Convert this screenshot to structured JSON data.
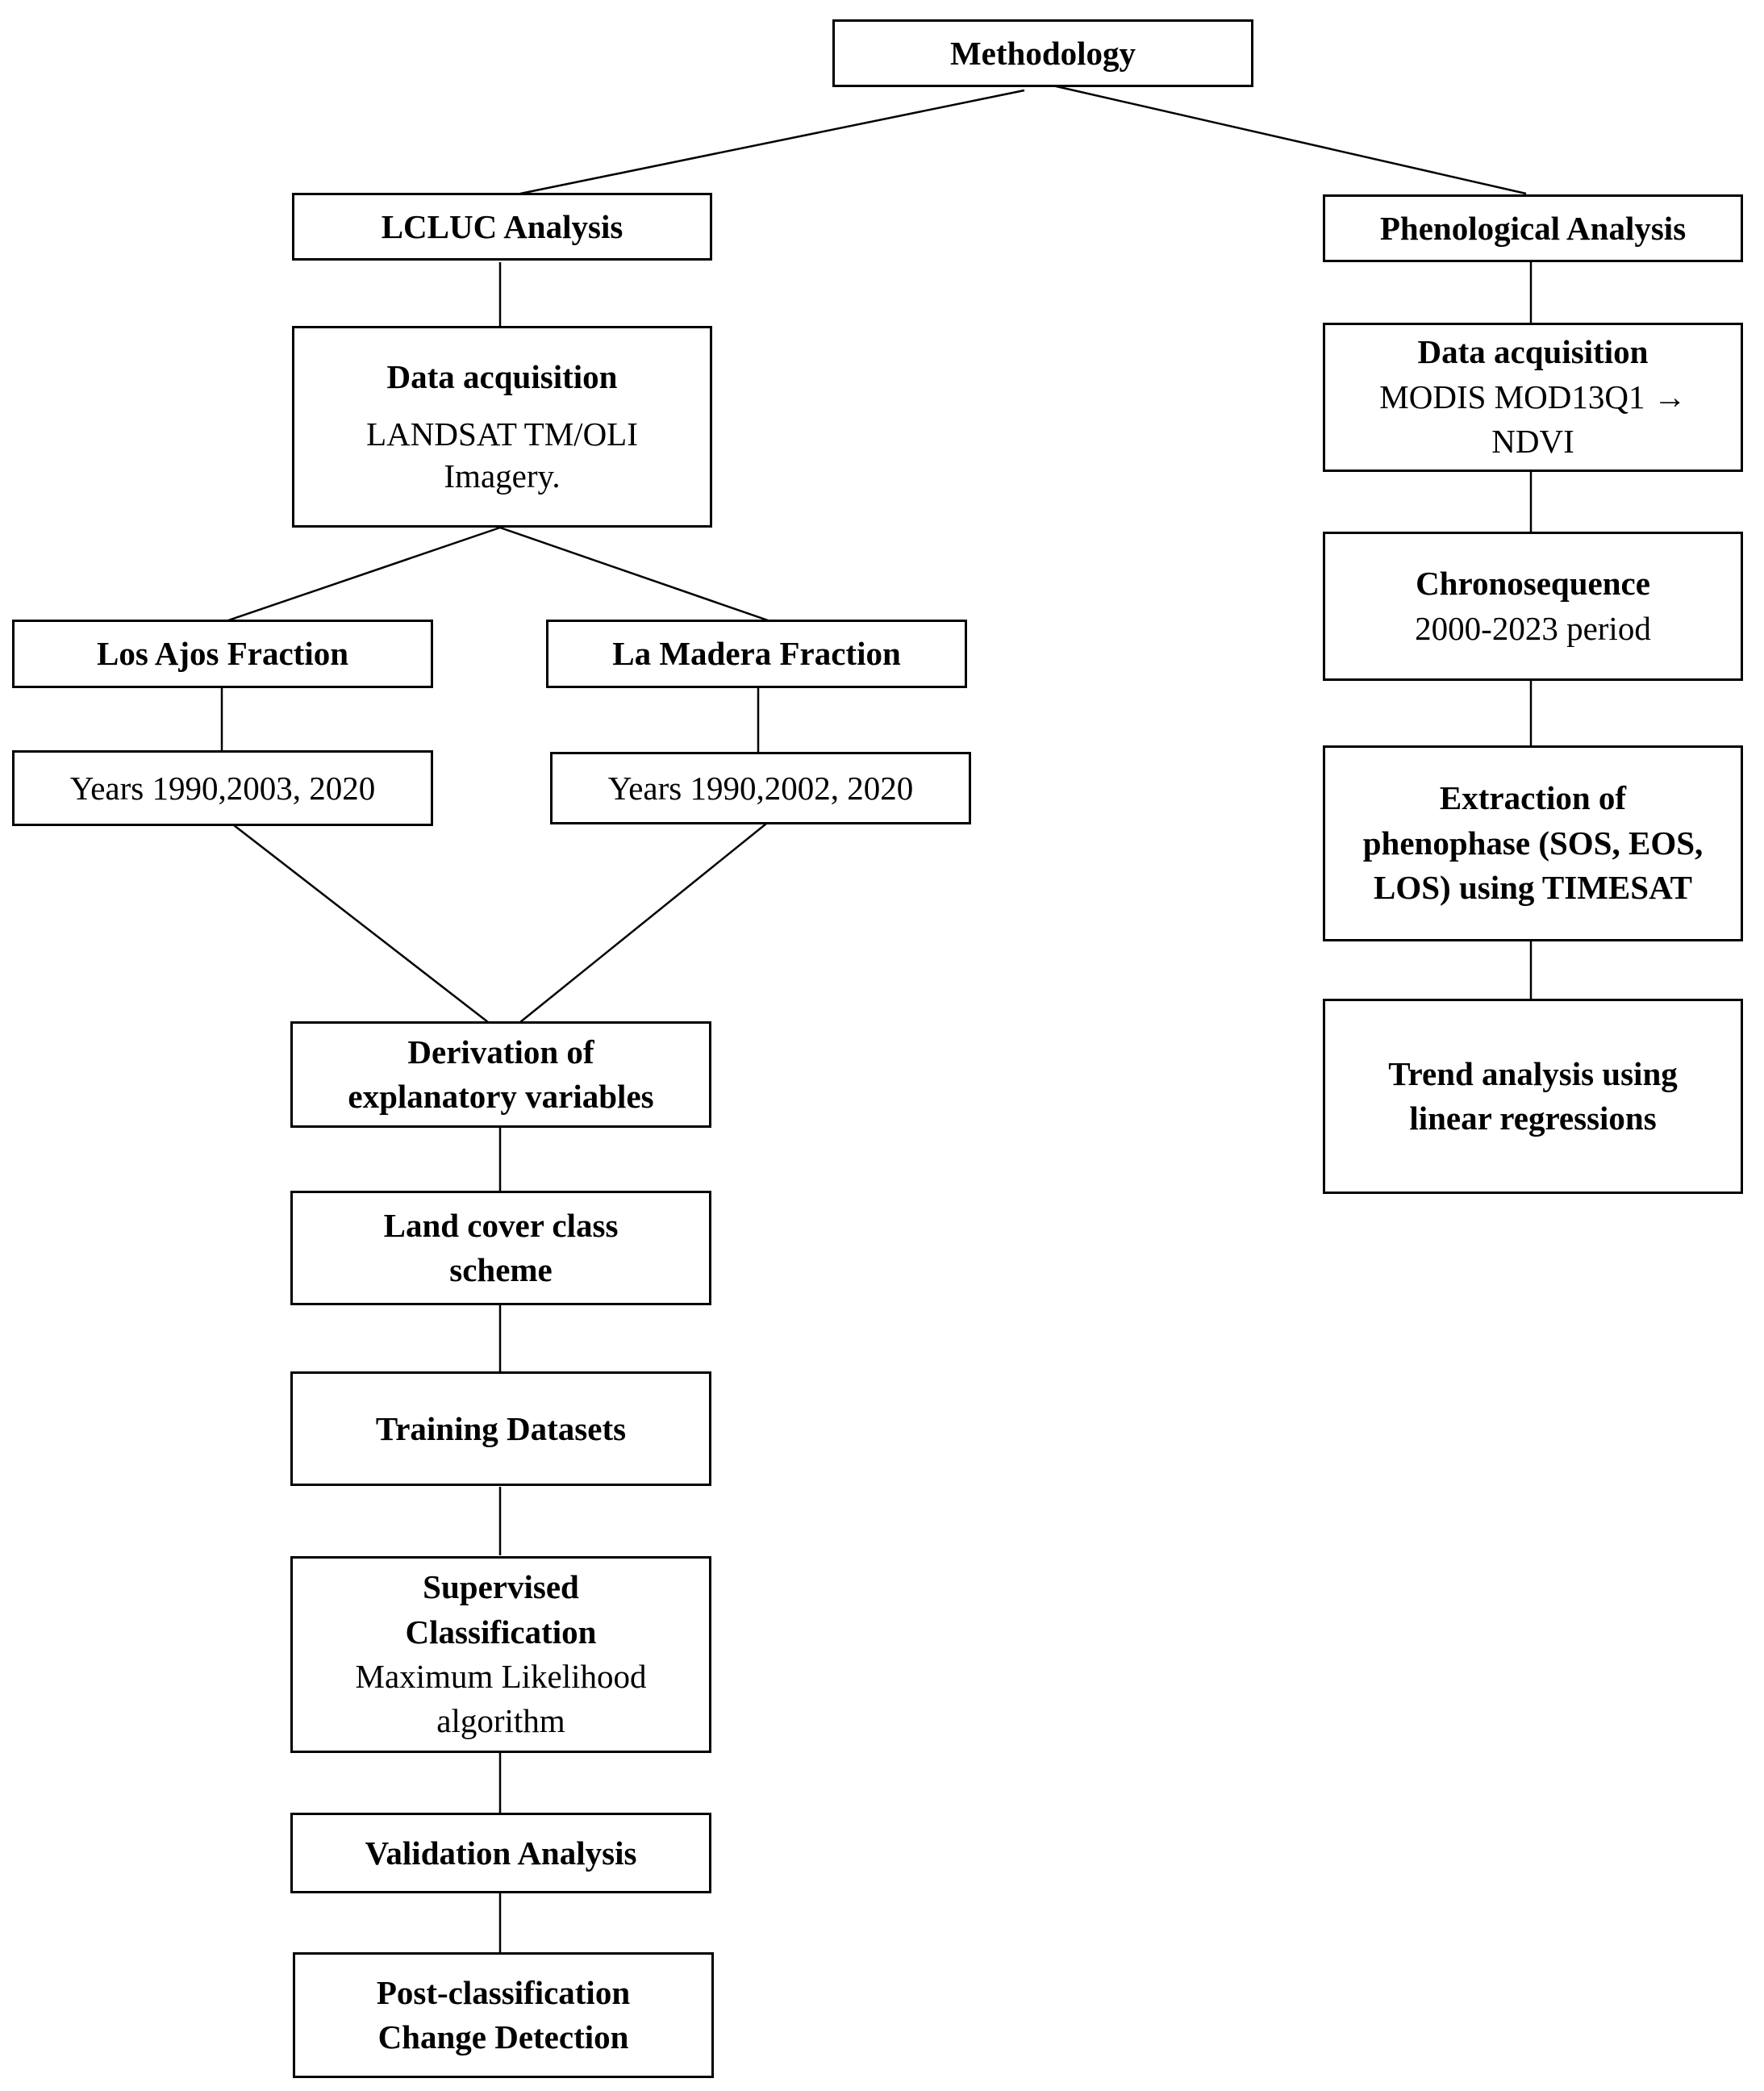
{
  "diagram": {
    "root": {
      "title": "Methodology"
    },
    "lcluc": {
      "title": "LCLUC Analysis",
      "data_acquisition": {
        "title": "Data acquisition",
        "line1": "LANDSAT TM/OLI",
        "line2": "Imagery."
      },
      "los_ajos": {
        "title": "Los Ajos Fraction",
        "years": "Years 1990,2003, 2020"
      },
      "la_madera": {
        "title": "La Madera Fraction",
        "years": "Years 1990,2002, 2020"
      },
      "derivation": {
        "line1": "Derivation of",
        "line2": "explanatory variables"
      },
      "land_cover": {
        "line1": "Land cover class",
        "line2": "scheme"
      },
      "training": {
        "title": "Training Datasets"
      },
      "supervised": {
        "line1": "Supervised",
        "line2": "Classification",
        "line3": "Maximum Likelihood",
        "line4": "algorithm"
      },
      "validation": {
        "title": "Validation Analysis"
      },
      "post_classification": {
        "line1": "Post-classification",
        "line2": "Change Detection"
      }
    },
    "phenological": {
      "title": "Phenological Analysis",
      "data_acquisition": {
        "title": "Data acquisition",
        "line1": "MODIS MOD13Q1 →",
        "line2": "NDVI"
      },
      "chronosequence": {
        "title": "Chronosequence",
        "period": "2000-2023 period"
      },
      "extraction": {
        "line1": "Extraction of",
        "line2": "phenophase (SOS, EOS,",
        "line3": "LOS) using TIMESAT"
      },
      "trend": {
        "line1": "Trend analysis using",
        "line2": "linear regressions"
      }
    }
  }
}
